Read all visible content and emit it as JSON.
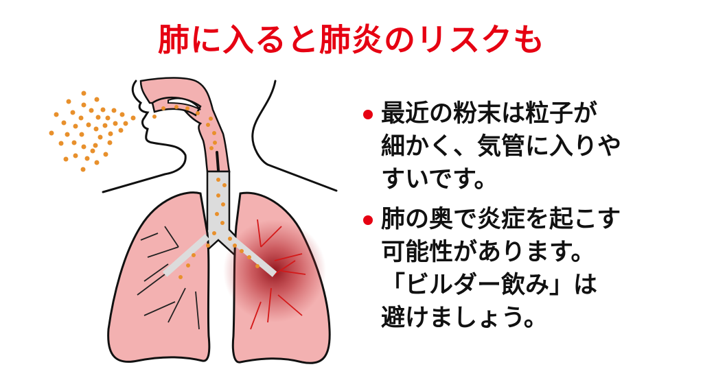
{
  "title": "肺に入ると肺炎のリスクも",
  "colors": {
    "accent": "#e60012",
    "particle": "#e8902c",
    "lung_fill": "#f3b1b1",
    "airway_fill": "#dcdcdc",
    "inflammation": "#a3141c",
    "outline": "#111111"
  },
  "illustration": {
    "label": "powder particles inhaled through mouth into trachea and lungs, inflammation in right lung"
  },
  "bullets": [
    {
      "text": "最近の粉末は粒子が\n細かく、気管に入りや\nすいです。"
    },
    {
      "text": "肺の奥で炎症を起こす\n可能性があります。\n「ビルダー飲み」は\n避けましょう。"
    }
  ]
}
